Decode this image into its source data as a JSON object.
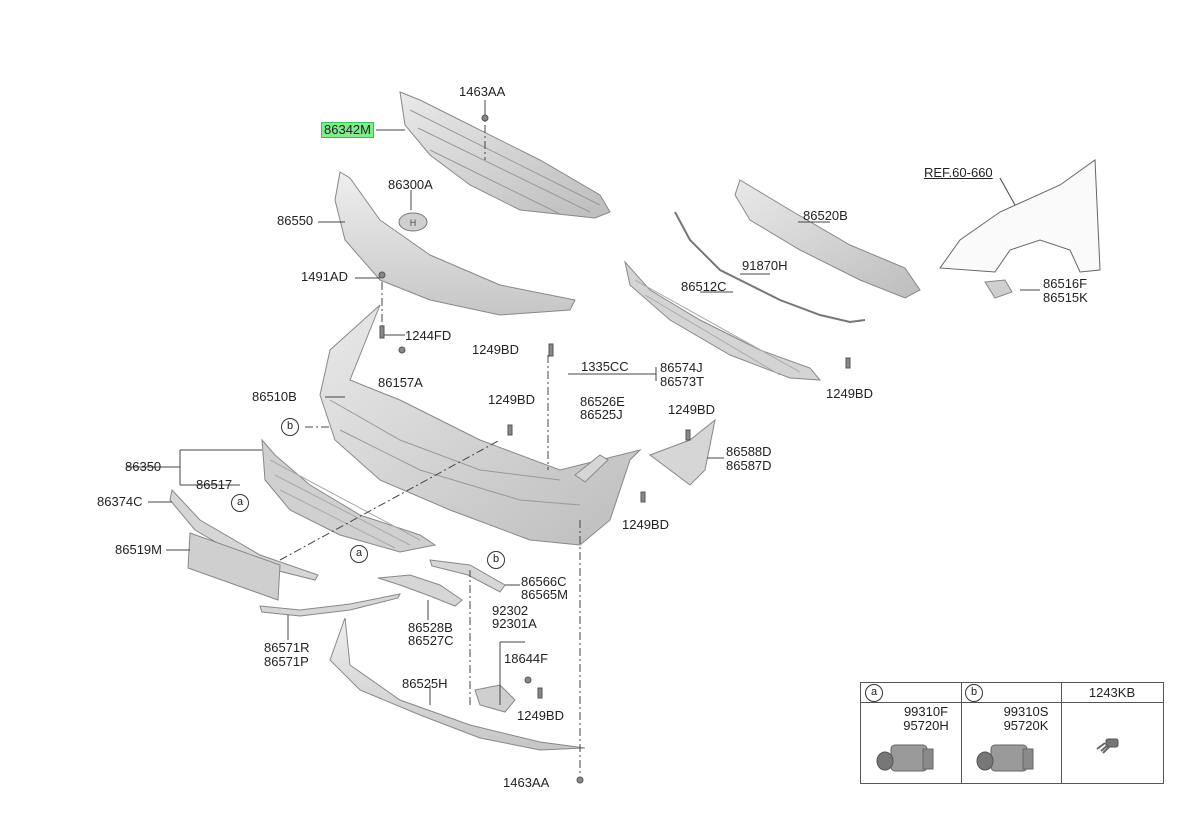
{
  "diagram": {
    "ref_label": "REF.60-660",
    "parts": {
      "p86342M": "86342M",
      "p1463AA_top": "1463AA",
      "p86300A": "86300A",
      "p86550": "86550",
      "p1491AD": "1491AD",
      "p1244FD": "1244FD",
      "p86157A": "86157A",
      "p86510B": "86510B",
      "p1249BD_a": "1249BD",
      "p1335CC": "1335CC",
      "p86574J": "86574J",
      "p86573T": "86573T",
      "p1249BD_b": "1249BD",
      "p86526E": "86526E",
      "p86525J": "86525J",
      "p1249BD_c": "1249BD",
      "p86588D": "86588D",
      "p86587D": "86587D",
      "p1249BD_d": "1249BD",
      "p86512C": "86512C",
      "p91870H": "91870H",
      "p1249BD_e": "1249BD",
      "p86520B": "86520B",
      "p86516F": "86516F",
      "p86515K": "86515K",
      "p86350": "86350",
      "p86517": "86517",
      "p86374C": "86374C",
      "p86519M": "86519M",
      "p86571R": "86571R",
      "p86571P": "86571P",
      "p86528B": "86528B",
      "p86527C": "86527C",
      "p86566C": "86566C",
      "p86565M": "86565M",
      "p92302": "92302",
      "p92301A": "92301A",
      "p18644F": "18644F",
      "p1249BD_f": "1249BD",
      "p86525H": "86525H",
      "p1463AA_bot": "1463AA"
    },
    "callouts": {
      "a": "a",
      "b": "b"
    }
  },
  "legend": {
    "col_a": {
      "key": "a",
      "line1": "99310F",
      "line2": "95720H"
    },
    "col_b": {
      "key": "b",
      "line1": "99310S",
      "line2": "95720K"
    },
    "col_c": {
      "title": "1243KB"
    }
  },
  "colors": {
    "part_fill": "#dcdcdc",
    "part_stroke": "#8a8a8a",
    "highlight": "#7dee8a",
    "leader": "#444444"
  }
}
